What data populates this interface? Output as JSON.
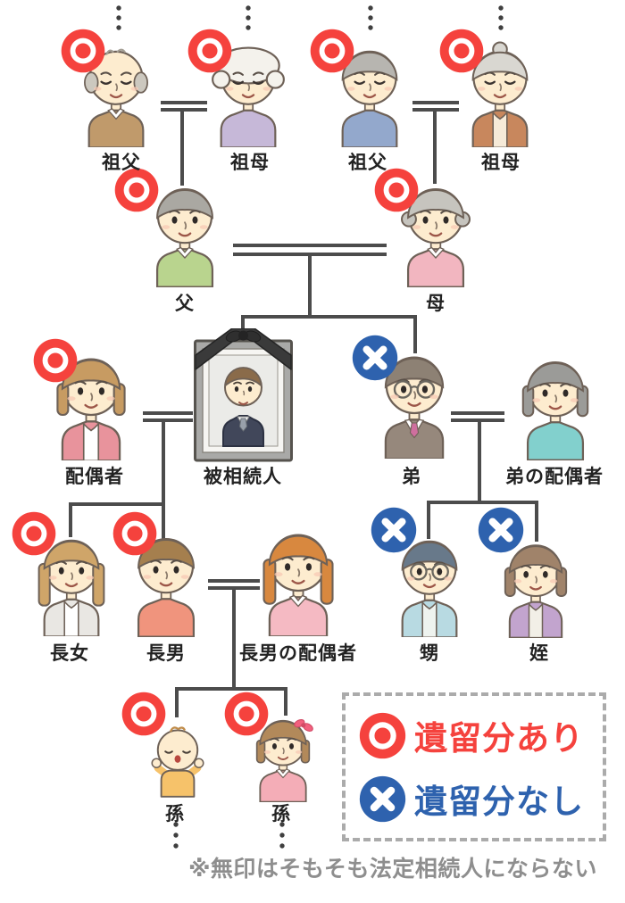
{
  "footnote": "※無印はそもそも法定相続人にならない",
  "colors": {
    "has_portion": "#f5423d",
    "no_portion": "#2e62ae",
    "line": "#4c4c4c",
    "label_text": "#222222",
    "footnote_gray": "#8e8e8e",
    "legend_border": "#ababab"
  },
  "legend": {
    "items": [
      {
        "key": "ari",
        "icon": "target-circle-icon",
        "label": "遺留分あり"
      },
      {
        "key": "nashi",
        "icon": "cross-circle-icon",
        "label": "遺留分なし"
      }
    ]
  },
  "persons": [
    {
      "id": "grandfather-paternal",
      "label": "祖父",
      "badge": "ari",
      "continues": "above",
      "avatar": {
        "kind": "standard",
        "hair": "bald",
        "hairColor": "#ccc8bf",
        "cloth": "#c09a6b",
        "eyes": "closed",
        "collar": true
      }
    },
    {
      "id": "grandmother-paternal",
      "label": "祖母",
      "badge": "ari",
      "continues": "above",
      "avatar": {
        "kind": "standard",
        "hair": "fluffy",
        "hairColor": "#f4f2ec",
        "cloth": "#c6b8d8",
        "eyes": "closed"
      }
    },
    {
      "id": "grandfather-maternal",
      "label": "祖父",
      "badge": "ari",
      "continues": "above",
      "avatar": {
        "kind": "standard",
        "hair": "short",
        "hairColor": "#b7b5b0",
        "cloth": "#93a8cc",
        "eyes": "closed"
      }
    },
    {
      "id": "grandmother-maternal",
      "label": "祖母",
      "badge": "ari",
      "continues": "above",
      "avatar": {
        "kind": "standard",
        "hair": "bun",
        "hairColor": "#d9d7d1",
        "cloth": "#c8875d",
        "eyes": "closed",
        "inner": "#f6ead8"
      }
    },
    {
      "id": "father",
      "label": "父",
      "badge": "ari",
      "avatar": {
        "kind": "standard",
        "hair": "short",
        "hairColor": "#aaa8a2",
        "cloth": "#b9d48e",
        "eyes": "open",
        "collar": true
      }
    },
    {
      "id": "mother",
      "label": "母",
      "badge": "ari",
      "avatar": {
        "kind": "standard",
        "hair": "curly",
        "hairColor": "#c6c4be",
        "cloth": "#f2b6c0",
        "eyes": "open",
        "collar": true
      }
    },
    {
      "id": "spouse",
      "label": "配偶者",
      "badge": "ari",
      "avatar": {
        "kind": "standard",
        "hair": "bob",
        "hairColor": "#c79b62",
        "cloth": "#e8939c",
        "eyes": "open",
        "inner": "#ffffff"
      }
    },
    {
      "id": "deceased",
      "label": "被相続人",
      "badge": null,
      "avatar": {
        "kind": "photo"
      }
    },
    {
      "id": "younger-brother",
      "label": "弟",
      "badge": "nashi",
      "avatar": {
        "kind": "standard",
        "hair": "short",
        "hairColor": "#8d8174",
        "cloth": "#96887c",
        "eyes": "open",
        "glasses": true,
        "suit": true,
        "tie": "#cf6f9e"
      }
    },
    {
      "id": "brother-spouse",
      "label": "弟の配偶者",
      "badge": null,
      "avatar": {
        "kind": "standard",
        "hair": "bob",
        "hairColor": "#9b9b98",
        "cloth": "#82d0cd",
        "eyes": "open"
      }
    },
    {
      "id": "eldest-daughter",
      "label": "長女",
      "badge": "ari",
      "avatar": {
        "kind": "standard",
        "hair": "long",
        "hairColor": "#cfa569",
        "cloth": "#e9e7e3",
        "eyes": "open",
        "inner": "#ffffff"
      }
    },
    {
      "id": "eldest-son",
      "label": "長男",
      "badge": "ari",
      "avatar": {
        "kind": "standard",
        "hair": "short",
        "hairColor": "#a57f4e",
        "cloth": "#f0947d",
        "eyes": "open"
      }
    },
    {
      "id": "son-spouse",
      "label": "長男の配偶者",
      "badge": null,
      "avatar": {
        "kind": "standard",
        "hair": "long",
        "hairColor": "#d8883f",
        "cloth": "#f5bac3",
        "eyes": "open",
        "collar": true
      }
    },
    {
      "id": "nephew",
      "label": "甥",
      "badge": "nashi",
      "avatar": {
        "kind": "standard",
        "hair": "short",
        "hairColor": "#68798a",
        "cloth": "#b8dae2",
        "eyes": "open",
        "glasses": true,
        "inner": "#eef3ef"
      }
    },
    {
      "id": "niece",
      "label": "姪",
      "badge": "nashi",
      "avatar": {
        "kind": "standard",
        "hair": "bob",
        "hairColor": "#a0836a",
        "cloth": "#c2a4ce",
        "eyes": "open",
        "inner": "#f2efe7"
      }
    },
    {
      "id": "grandchild-baby",
      "label": "孫",
      "badge": "ari",
      "continues": "below",
      "avatar": {
        "kind": "baby",
        "cloth": "#f6c26a"
      }
    },
    {
      "id": "grandchild-girl",
      "label": "孫",
      "badge": "ari",
      "continues": "below",
      "avatar": {
        "kind": "standard",
        "hair": "girl",
        "hairColor": "#b2895a",
        "cloth": "#f4adb7",
        "eyes": "open",
        "collar": true,
        "bow": "#f2607e"
      }
    }
  ]
}
